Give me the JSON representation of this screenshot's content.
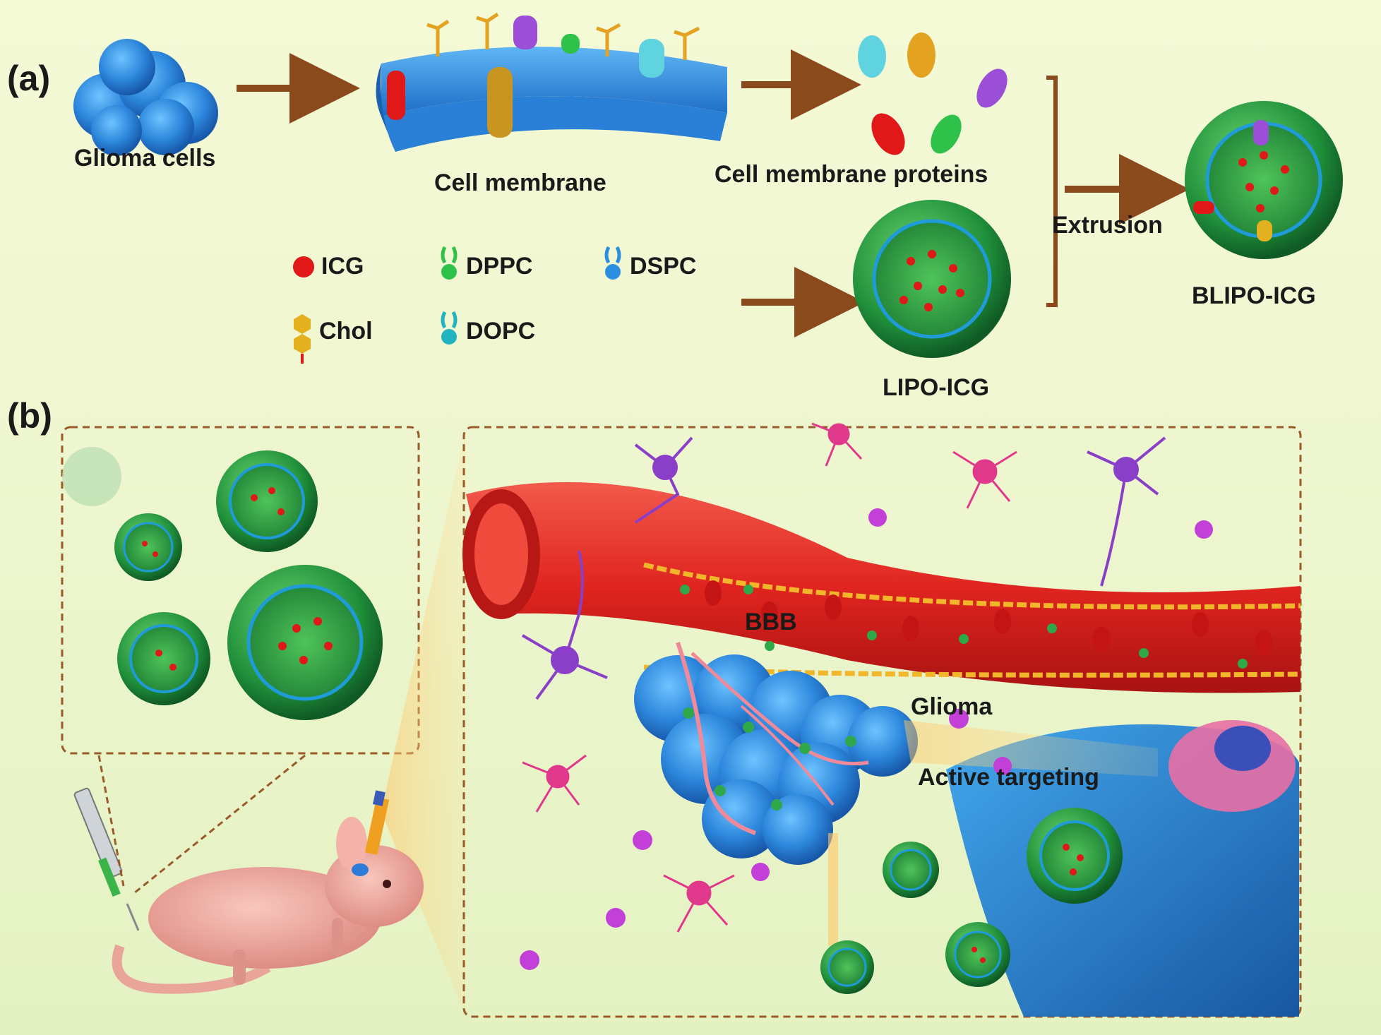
{
  "panels": {
    "a": {
      "label": "(a)"
    },
    "b": {
      "label": "(b)"
    }
  },
  "panel_a": {
    "glioma_cells": "Glioma cells",
    "cell_membrane": "Cell membrane",
    "membrane_proteins": "Cell membrane proteins",
    "extrusion": "Extrusion",
    "lipo_icg": "LIPO-ICG",
    "blipo_icg": "BLIPO-ICG",
    "legend": {
      "icg": "ICG",
      "dppc": "DPPC",
      "dspc": "DSPC",
      "chol": "Chol",
      "dopc": "DOPC"
    }
  },
  "panel_b": {
    "bbb": "BBB",
    "glioma": "Glioma",
    "active_targeting": "Active targeting"
  },
  "colors": {
    "arrow": "#8b4a1c",
    "vessel": "#e8322d",
    "glioma_blue": "#2f8fe0",
    "liposome_green": "#2fa84a",
    "icg_red": "#e01818",
    "dashed_border": "#9a5a2a"
  }
}
